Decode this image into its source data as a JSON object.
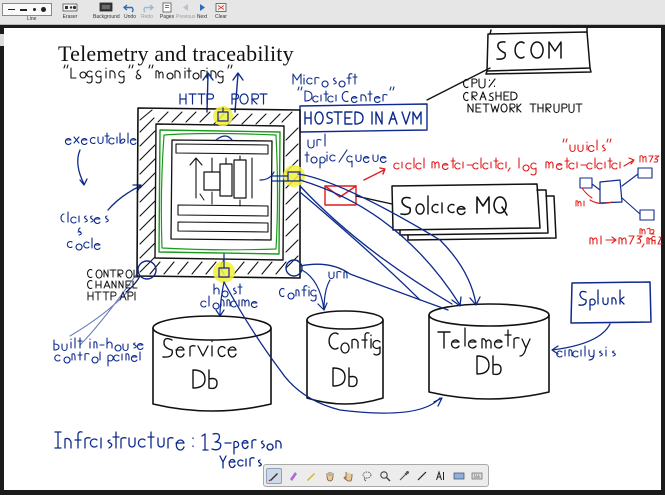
{
  "page_title": "Telemetry and traceability",
  "toolbar": {
    "items": [
      {
        "label": "Line",
        "icon": "line-style-icon",
        "dim": false
      },
      {
        "label": "Eraser",
        "icon": "eraser-icon",
        "dim": false
      },
      {
        "label": "Background",
        "icon": "background-icon",
        "dim": false
      },
      {
        "label": "Undo",
        "icon": "undo-icon",
        "dim": false
      },
      {
        "label": "Redo",
        "icon": "redo-icon",
        "dim": true
      },
      {
        "label": "Pages",
        "icon": "pages-icon",
        "dim": false
      },
      {
        "label": "Previous",
        "icon": "previous-icon",
        "dim": true
      },
      {
        "label": "Next",
        "icon": "next-icon",
        "dim": false
      },
      {
        "label": "Clear",
        "icon": "clear-icon",
        "dim": false
      }
    ]
  },
  "drawing_tools": [
    {
      "name": "pen-icon",
      "active": true
    },
    {
      "name": "highlighter-icon",
      "active": false
    },
    {
      "name": "marker-icon",
      "active": false
    },
    {
      "name": "pan-hand-icon",
      "active": false
    },
    {
      "name": "select-hand-icon",
      "active": false
    },
    {
      "name": "lasso-icon",
      "active": false
    },
    {
      "name": "zoom-icon",
      "active": false
    },
    {
      "name": "eyedropper-icon",
      "active": false
    },
    {
      "name": "line-tool-icon",
      "active": false
    },
    {
      "name": "text-tool-icon",
      "active": false
    },
    {
      "name": "color-swatch-icon",
      "active": false
    },
    {
      "name": "keyboard-icon",
      "active": false
    }
  ],
  "colors": {
    "ink": "#0d2a8c",
    "black_ink": "#111111",
    "red_ink": "#e01b1b",
    "green_ink": "#1a9a1a",
    "highlight": "#f3ee3a",
    "canvas": "#ffffff",
    "toolbar": "#e6e6e6",
    "frame": "#1b1b1b"
  },
  "handwritten_lettering": [
    "\"logging\" & \"monitoring\"",
    "HTTP",
    "PORT",
    "Microsoft \"Data Center\"",
    "HOSTED IN A VM",
    "SCOM",
    "CPU %",
    "CRASHED",
    "NETWORK THRUPUT",
    "url",
    "topic/queue",
    "add meta-data, log meta-data",
    "\"uuids\"",
    "m75",
    "m1",
    "m92",
    "m1 → m75, m92",
    "executable",
    "Solace MQ",
    "Classes & code",
    "CONTROL CHANNEL HTTP API",
    "host domname",
    "Config",
    "urn",
    "Splunk",
    "analysis",
    "Built in-house control panel",
    "Service Db",
    "Config Db",
    "Telemetry Db",
    "Infrastructure: 13-person years"
  ]
}
